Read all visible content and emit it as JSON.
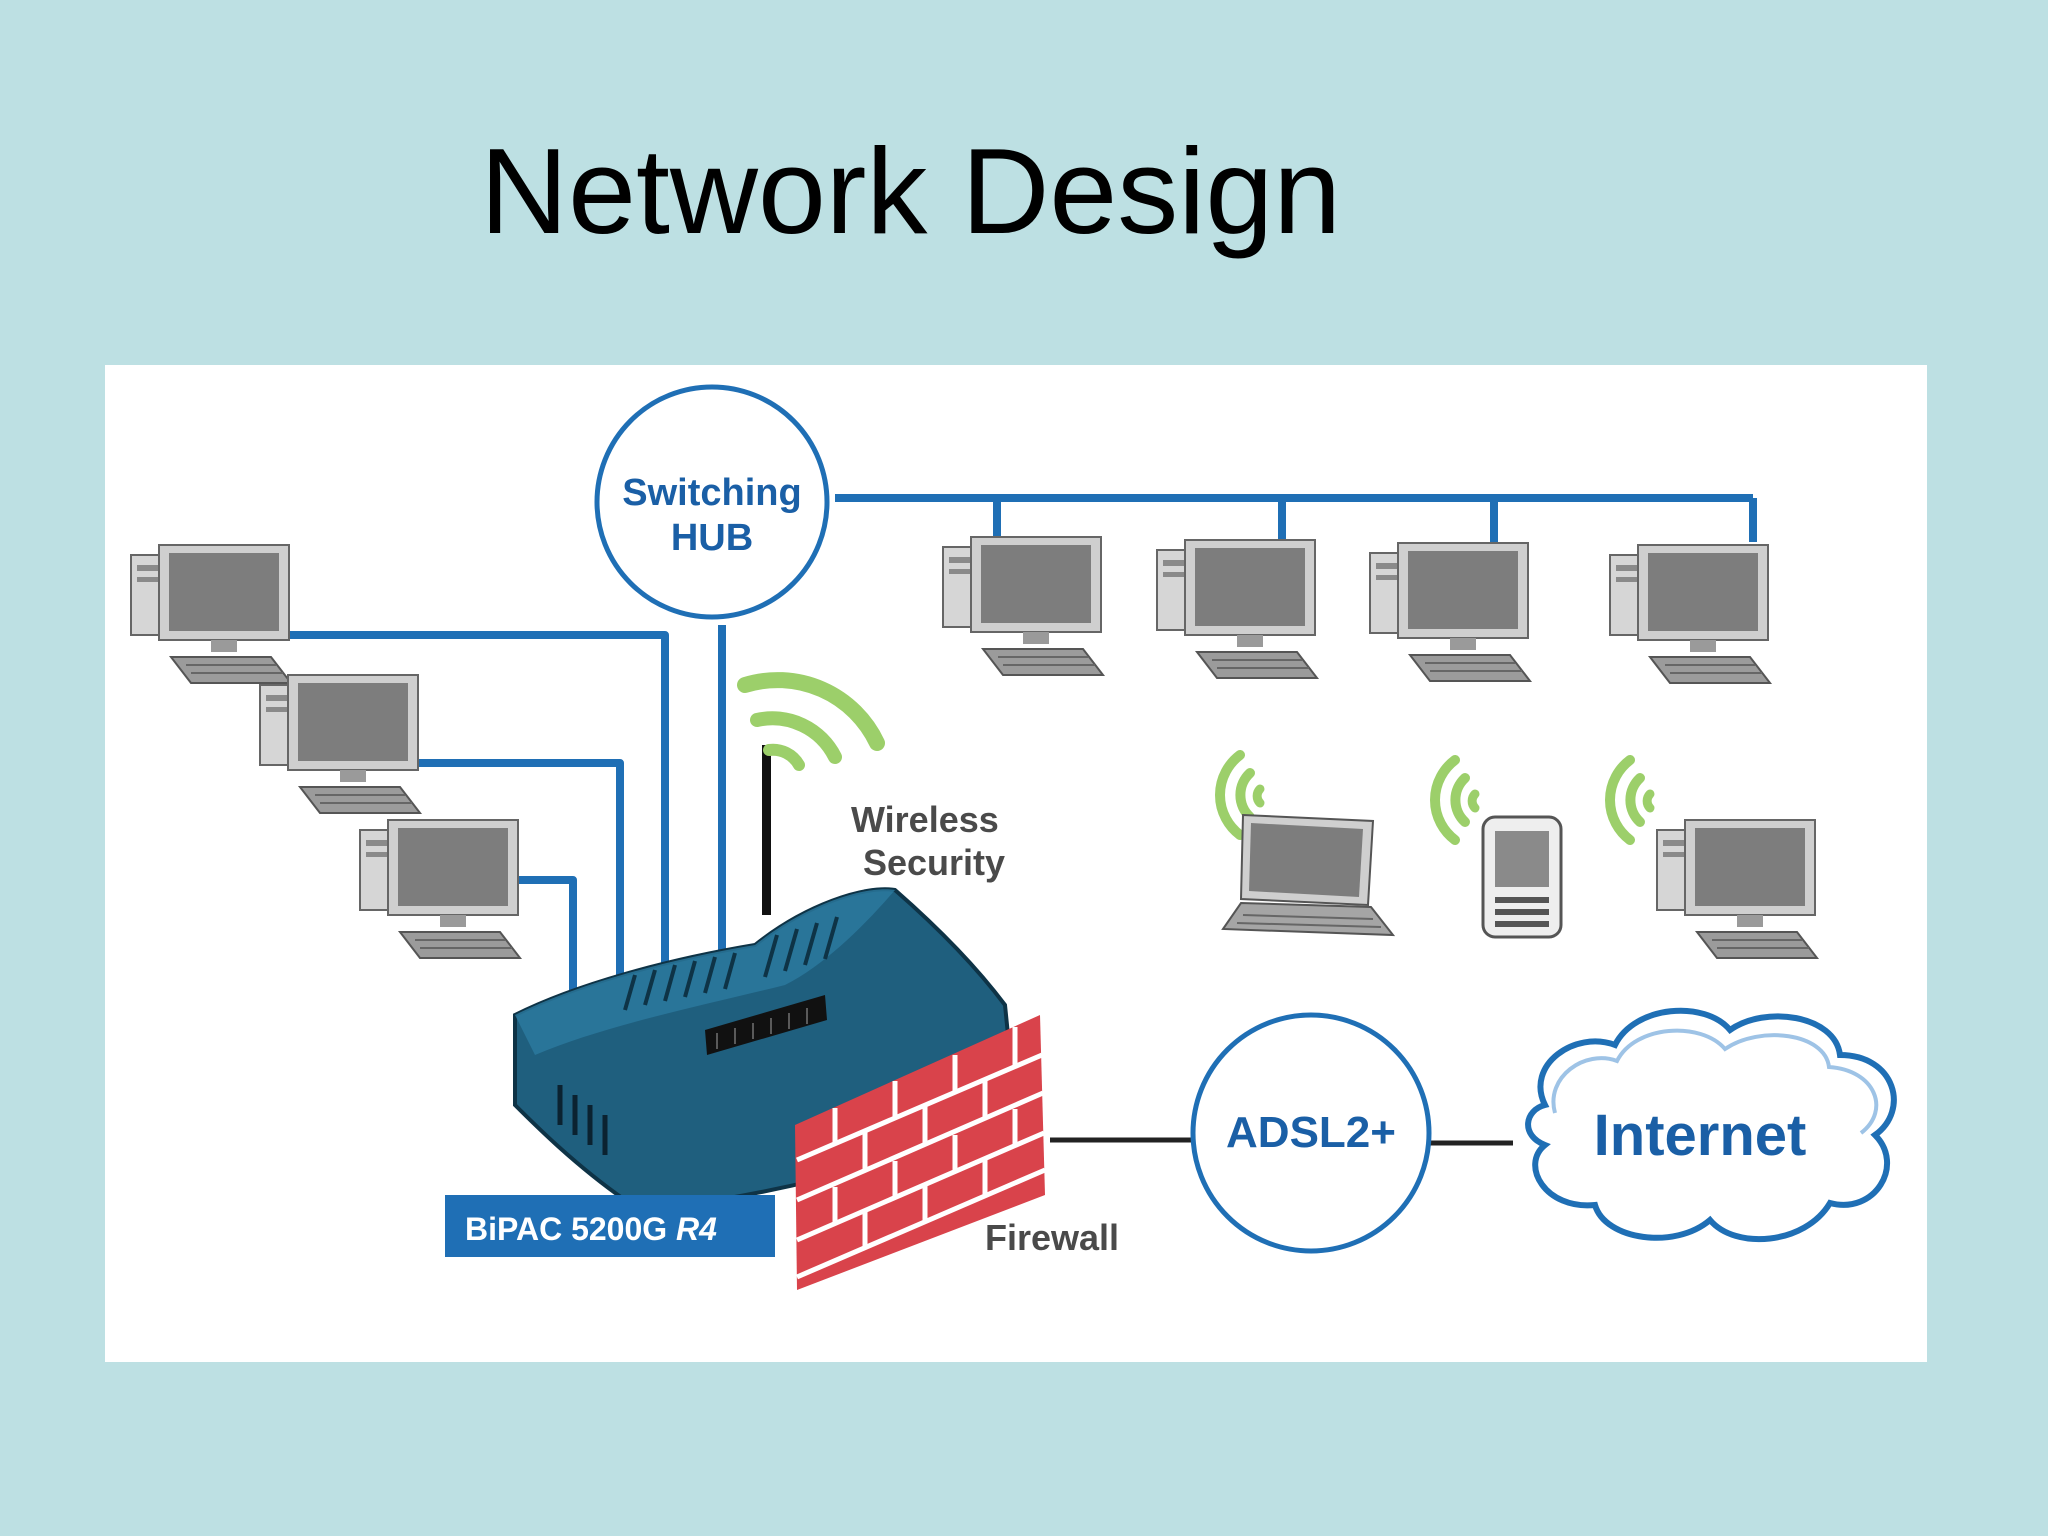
{
  "slide": {
    "title": "Network Design"
  },
  "diagram": {
    "hub_label_line1": "Switching",
    "hub_label_line2": "HUB",
    "wireless_label_line1": "Wireless",
    "wireless_label_line2": "Security",
    "router_model_prefix": "BiPAC 5200G ",
    "router_model_suffix": "R4",
    "firewall_label": "Firewall",
    "adsl_label": "ADSL2+",
    "internet_label": "Internet"
  },
  "colors": {
    "background": "#bde0e3",
    "link_blue": "#1f6fb5",
    "label_blue": "#1a5fa6",
    "router_teal": "#1f5f7e",
    "brick_red": "#d9434b",
    "wifi_green": "#9ccf6a",
    "label_gray": "#4a4a4a"
  }
}
